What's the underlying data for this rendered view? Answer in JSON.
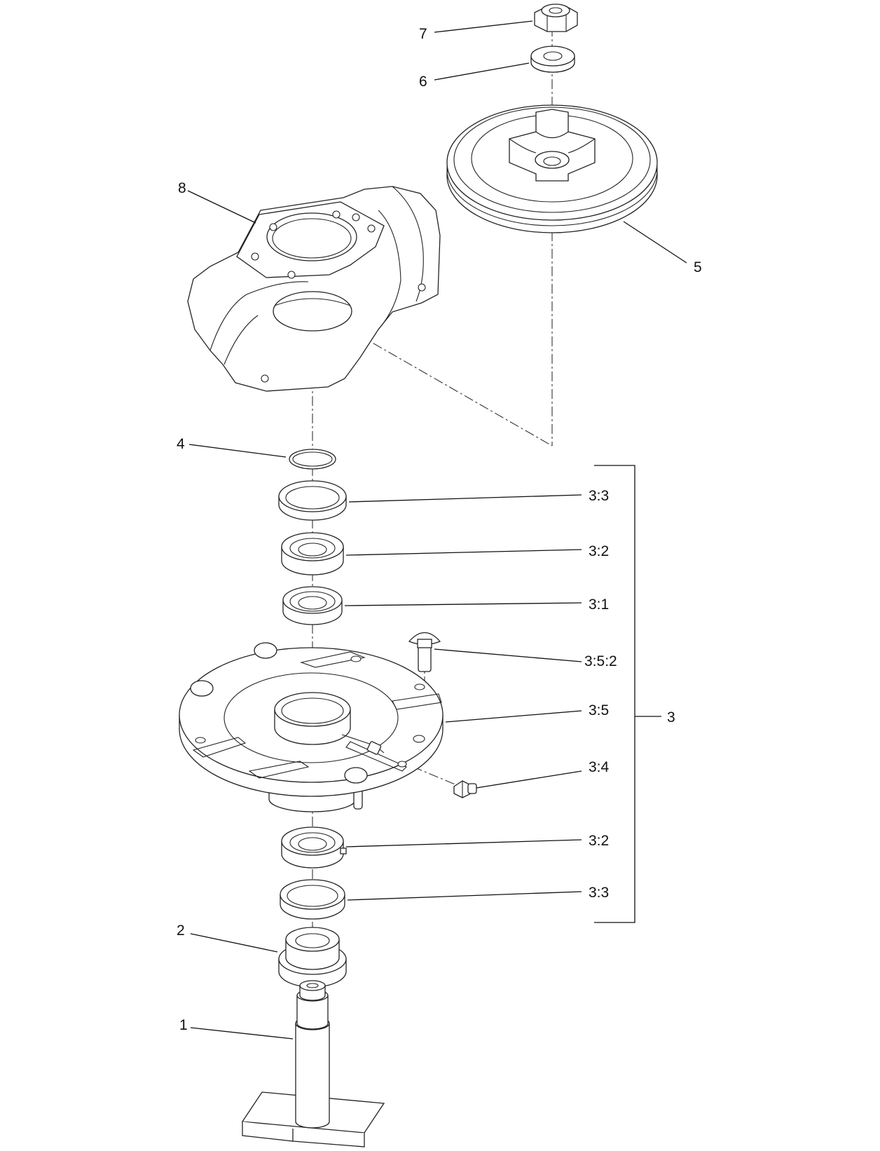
{
  "callouts": {
    "c1": "1",
    "c2": "2",
    "c3": "3",
    "c3_1": "3:1",
    "c3_2_upper": "3:2",
    "c3_2_lower": "3:2",
    "c3_3_upper": "3:3",
    "c3_3_lower": "3:3",
    "c3_4": "3:4",
    "c3_5": "3:5",
    "c3_5_2": "3:5:2",
    "c4": "4",
    "c5": "5",
    "c6": "6",
    "c7": "7",
    "c8": "8"
  }
}
